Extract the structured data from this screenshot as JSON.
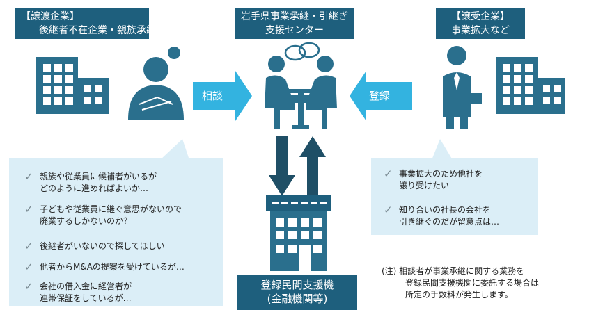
{
  "colors": {
    "dark_teal": "#1e5f7d",
    "icon_teal": "#2a6f8d",
    "arrow_cyan": "#33b3e0",
    "bubble": "#dbeef7"
  },
  "left_header": {
    "line1": "【譲渡企業】",
    "line2": "後継者不在企業・親族承継"
  },
  "center_header": {
    "line1": "岩手県事業承継・引継ぎ",
    "line2": "支援センター"
  },
  "right_header": {
    "line1": "【譲受企業】",
    "line2": "事業拡大など"
  },
  "arrows": {
    "left_label": "相談",
    "right_label": "登録"
  },
  "bank": {
    "line1": "登録民間支援機",
    "line2": "(金融機関等)"
  },
  "left_items": [
    {
      "line1": "親族や従業員に候補者がいるが",
      "line2": "どのように進めればよいか…"
    },
    {
      "line1": "子どもや従業員に継ぐ意思がないので",
      "line2": "廃業するしかないのか？"
    },
    {
      "line1": "後継者がいないので探してほしい",
      "line2": ""
    },
    {
      "line1": "他者からM&Aの提案を受けているが…",
      "line2": ""
    },
    {
      "line1": "会社の借入金に経営者が",
      "line2": "連帯保証をしているが…"
    }
  ],
  "right_items": [
    {
      "line1": "事業拡大のため他社を",
      "line2": "譲り受けたい"
    },
    {
      "line1": "知り合いの社長の会社を",
      "line2": "引き継ぐのだが留意点は…"
    }
  ],
  "note": {
    "line1": "(注) 相談者が事業承継に関する業務を",
    "line2": "登録民間支援機関に委託する場合は",
    "line3": "所定の手数料が発生します。"
  }
}
